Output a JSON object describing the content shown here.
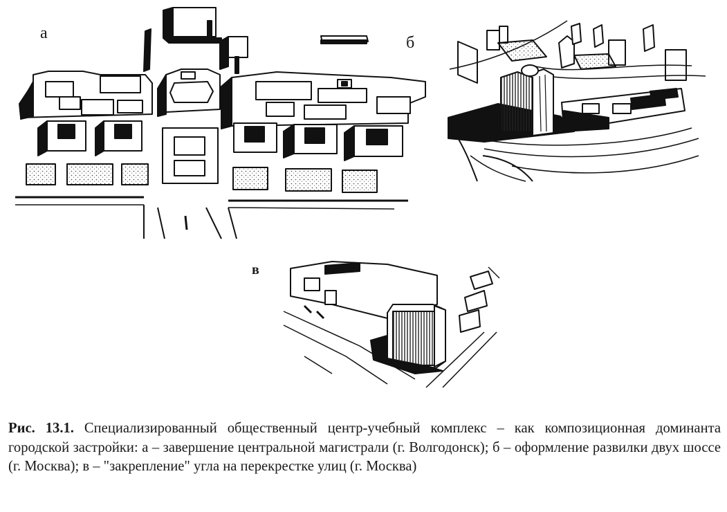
{
  "figure": {
    "panels": [
      {
        "id": "a",
        "label": "а"
      },
      {
        "id": "b",
        "label": "б"
      },
      {
        "id": "v",
        "label": "в"
      }
    ],
    "caption_number": "Рис. 13.1.",
    "caption_text": "Специализированный общественный центр-учебный комплекс – как композиционная доминанта городской застройки: а – завершение центральной магистрали (г. Волгодонск); б – оформление развилки двух шоссе (г. Москва); в – \"закрепление\" угла на перекрестке улиц (г. Москва)"
  }
}
